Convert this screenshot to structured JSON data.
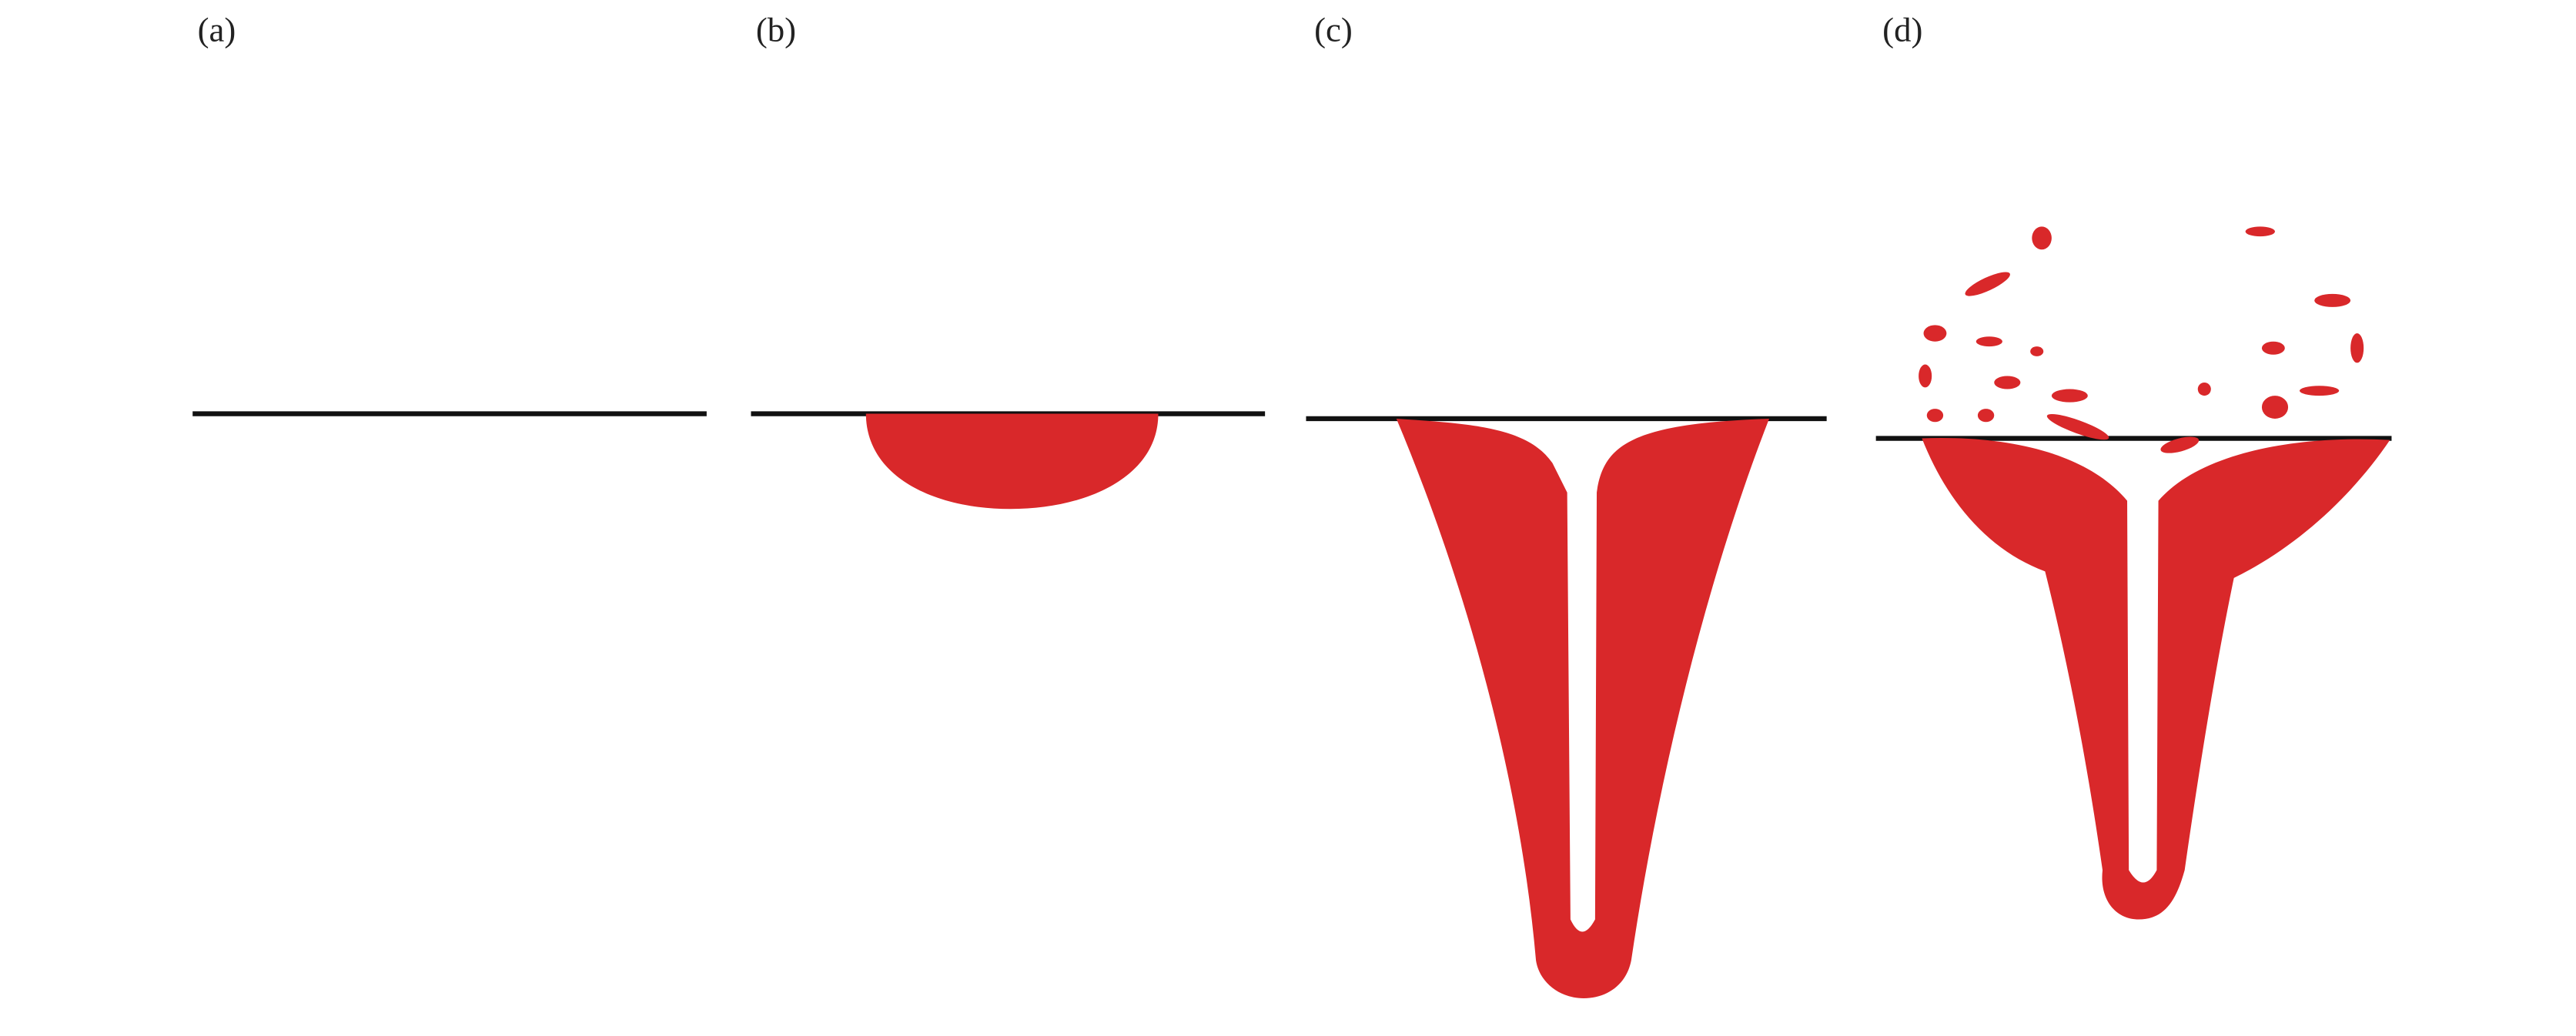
{
  "panels": [
    {
      "label": "(a)",
      "stage": "surface-heating"
    },
    {
      "label": "(b)",
      "stage": "melt-pool"
    },
    {
      "label": "(c)",
      "stage": "keyhole"
    },
    {
      "label": "(d)",
      "stage": "keyhole-with-spatter"
    }
  ],
  "colors": {
    "beam": "#d9282a",
    "hatch": "#111111"
  }
}
